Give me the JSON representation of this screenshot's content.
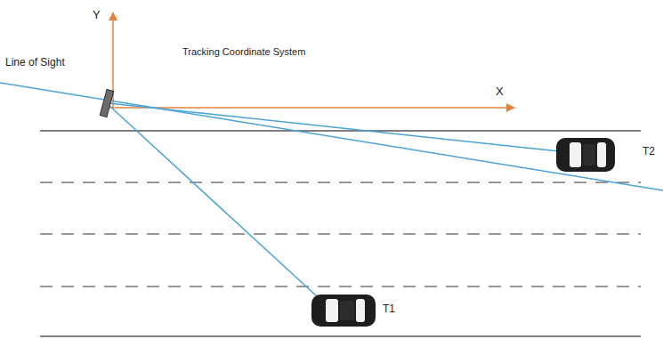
{
  "diagram": {
    "labels": [
      "Y",
      "Tracking Coordinate System",
      "X",
      "Line of Sight",
      "T1",
      "T2"
    ]
  }
}
